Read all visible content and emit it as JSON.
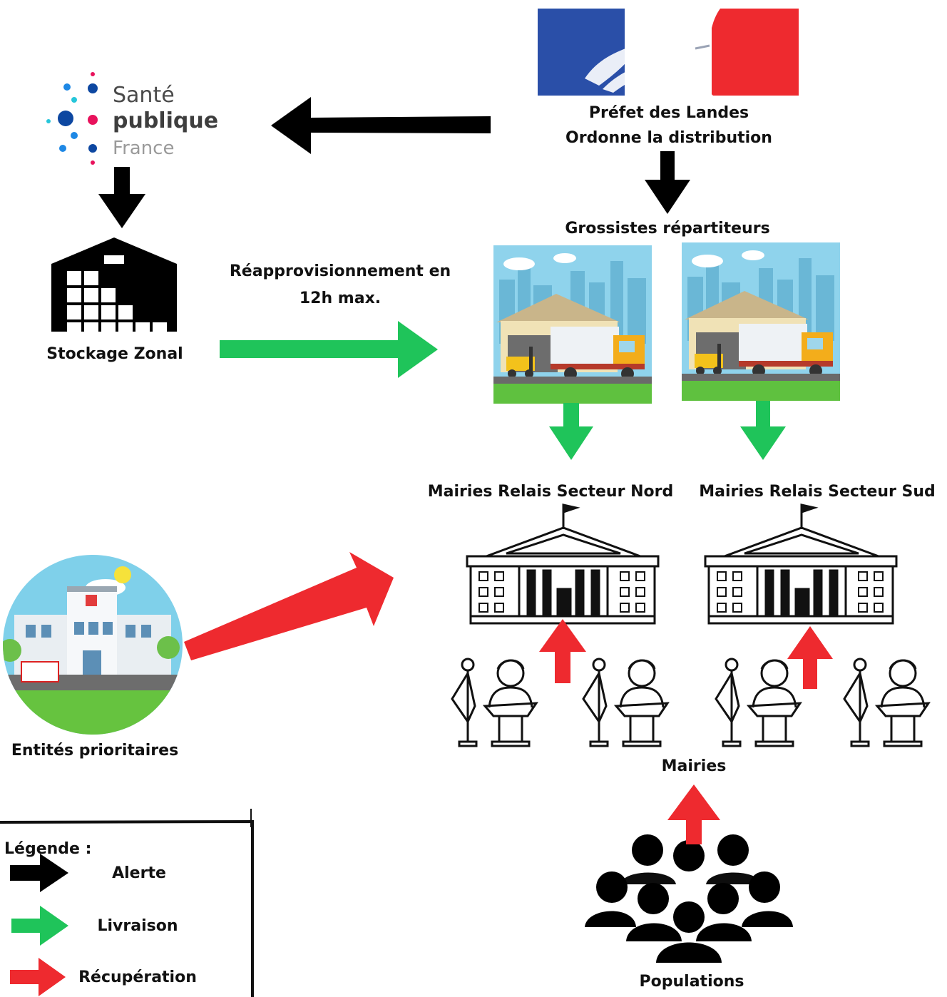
{
  "labels": {
    "prefet_line1": "Préfet des Landes",
    "prefet_line2": "Ordonne la distribution",
    "grossistes": "Grossistes répartiteurs",
    "reappro_line1": "Réapprovisionnement en",
    "reappro_line2": "12h max.",
    "stockage": "Stockage Zonal",
    "mairies_nord": "Mairies Relais Secteur Nord",
    "mairies_sud": "Mairies Relais Secteur Sud",
    "entites": "Entités prioritaires",
    "mairies": "Mairies",
    "populations": "Populations"
  },
  "logo": {
    "line1": "Santé",
    "line2": "publique",
    "line3": "France"
  },
  "legend": {
    "title": "Légende :",
    "items": [
      {
        "label": "Alerte",
        "color": "#000000"
      },
      {
        "label": "Livraison",
        "color": "#1fc45a"
      },
      {
        "label": "Récupération",
        "color": "#ee2a2f"
      }
    ]
  },
  "colors": {
    "alert": "#000000",
    "delivery": "#1fc45a",
    "pickup": "#ee2a2f",
    "flag_blue": "#2a4fa8",
    "flag_red": "#ee2a2f"
  }
}
